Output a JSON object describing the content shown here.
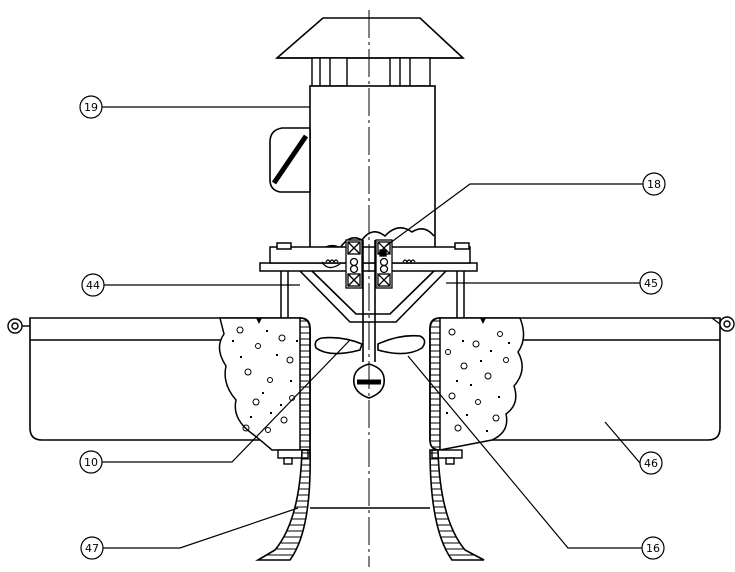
{
  "figure": {
    "callouts": [
      {
        "id": "c19",
        "label": "19"
      },
      {
        "id": "c18",
        "label": "18"
      },
      {
        "id": "c44",
        "label": "44"
      },
      {
        "id": "c45",
        "label": "45"
      },
      {
        "id": "c10",
        "label": "10"
      },
      {
        "id": "c46",
        "label": "46"
      },
      {
        "id": "c47",
        "label": "47"
      },
      {
        "id": "c16",
        "label": "16"
      }
    ]
  },
  "colors": {
    "ink": "#000000",
    "paper": "#ffffff"
  }
}
